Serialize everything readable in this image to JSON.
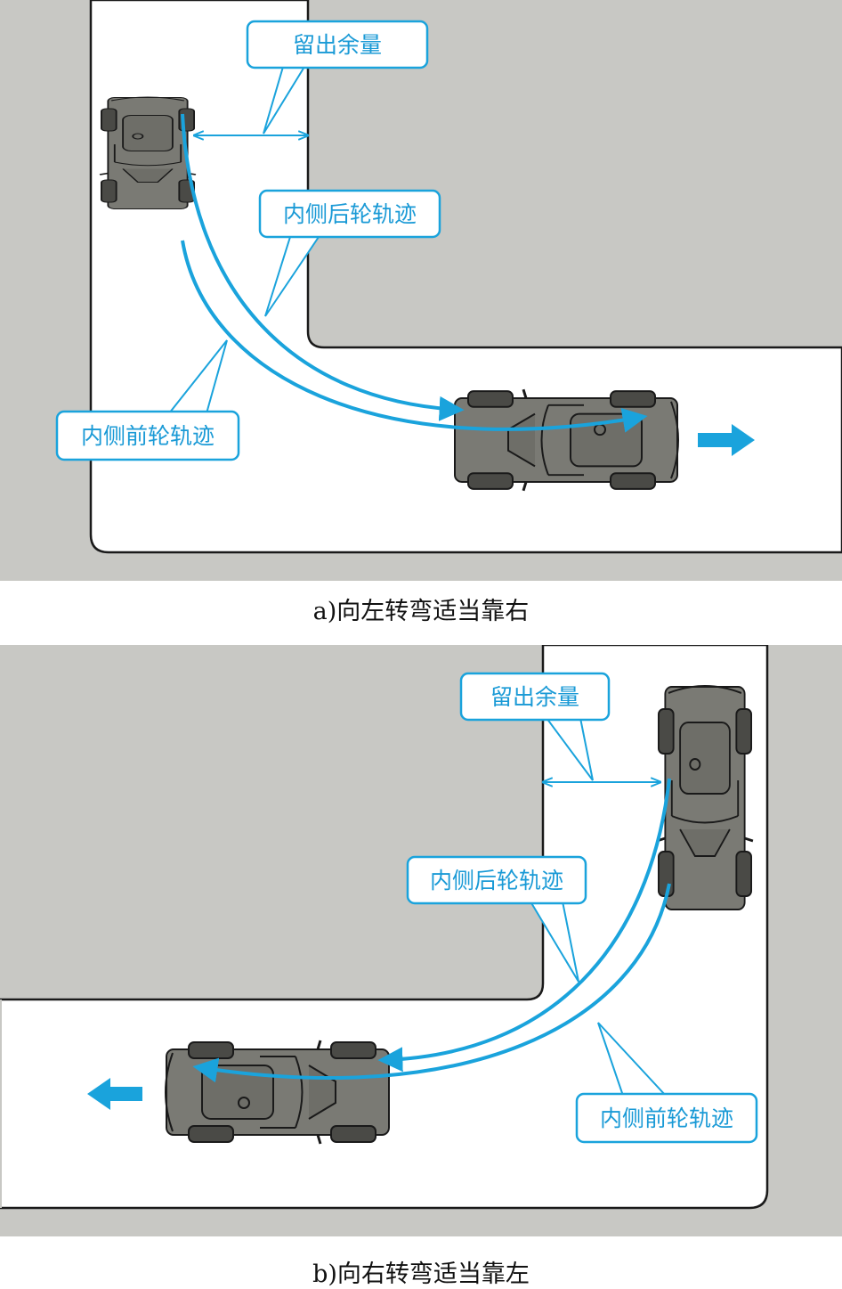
{
  "colors": {
    "ground": "#c8c8c4",
    "road": "#ffffff",
    "outline": "#1a1a1a",
    "track": "#1aa3dc",
    "car_body": "#7a7a74",
    "car_dark": "#4a4a46",
    "label_text": "#1a9ad6"
  },
  "diagram_a": {
    "caption": "a)向左转弯适当靠右",
    "clearance_label": "留出余量",
    "rear_track_label": "内侧后轮轨迹",
    "front_track_label": "内侧前轮轨迹",
    "direction_arrow": "right-arrow-icon"
  },
  "diagram_b": {
    "caption": "b)向右转弯适当靠左",
    "clearance_label": "留出余量",
    "rear_track_label": "内侧后轮轨迹",
    "front_track_label": "内侧前轮轨迹",
    "direction_arrow": "left-arrow-icon"
  }
}
